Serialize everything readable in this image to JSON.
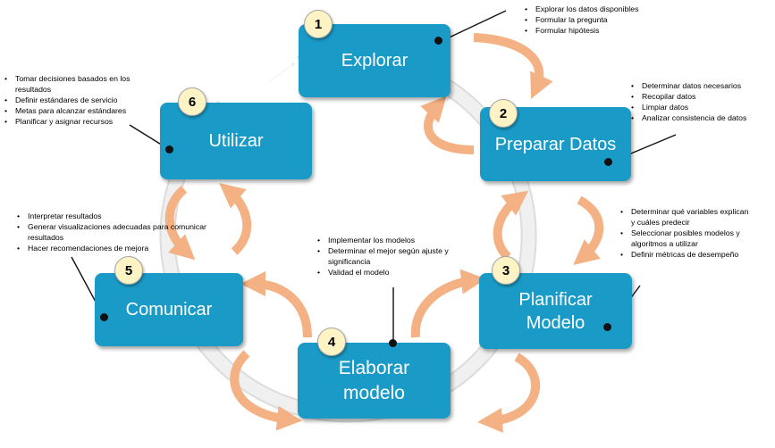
{
  "colors": {
    "box": "#1a9bc7",
    "badge": "#fef3c4",
    "arrow": "#f4b183",
    "ring": "#ececec"
  },
  "steps": [
    {
      "number": "1",
      "label": "Explorar",
      "notes": [
        "Explorar los datos disponibles",
        "Formular la pregunta",
        "Formular hipótesis"
      ]
    },
    {
      "number": "2",
      "label": "Preparar Datos",
      "notes": [
        "Determinar datos necesarios",
        "Recopilar datos",
        "Limpiar datos",
        "Analizar consistencia de datos"
      ]
    },
    {
      "number": "3",
      "label": "Planificar\nModelo",
      "notes": [
        "Determinar qué variables explican y cuáles predecir",
        "Seleccionar posibles modelos y algoritmos a utilizar",
        "Definir métricas de desempeño"
      ]
    },
    {
      "number": "4",
      "label": "Elaborar\nmodelo",
      "notes": [
        "Implementar los modelos",
        "Determinar el mejor según ajuste y significancia",
        "Validad el modelo"
      ]
    },
    {
      "number": "5",
      "label": "Comunicar",
      "notes": [
        "Interpretar resultados",
        "Generar visualizaciones adecuadas para comunicar resultados",
        "Hacer recomendaciones de mejora"
      ]
    },
    {
      "number": "6",
      "label": "Utilizar",
      "notes": [
        "Tomar decisiones basados en los resultados",
        "Definir estándares de servicio",
        "Metas para alcanzar estándares",
        "Planificar y asignar recursos"
      ]
    }
  ]
}
